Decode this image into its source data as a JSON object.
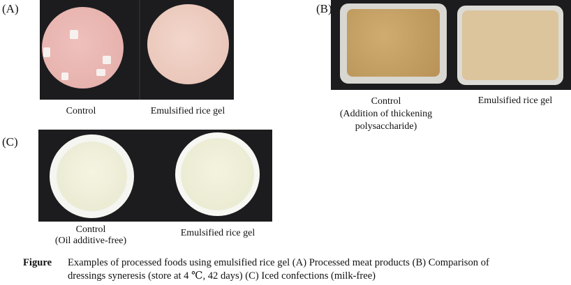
{
  "panels": {
    "a": {
      "label": "(A)",
      "captions": {
        "control": "Control",
        "emulsified": "Emulsified rice gel"
      }
    },
    "b": {
      "label": "(B)",
      "captions": {
        "control_line1": "Control",
        "control_line2": "(Addition of thickening",
        "control_line3": "polysaccharide)",
        "emulsified": "Emulsified rice gel"
      }
    },
    "c": {
      "label": "(C)",
      "captions": {
        "control_line1": "Control",
        "control_line2": "(Oil additive-free)",
        "emulsified": "Emulsified rice gel"
      }
    }
  },
  "figure_caption": {
    "prefix": "Figure",
    "line1": "Examples of processed foods using emulsified rice gel  (A) Processed meat products (B) Comparison of",
    "line2": "dressings syneresis (store at 4 ℃, 42 days)  (C) Iced confections (milk-free)"
  },
  "colors": {
    "background": "#1c1c1f",
    "sausage_control": "#e8b6b2",
    "sausage_gel": "#ecc9bd",
    "dressing_control": "#c9a366",
    "dressing_gel": "#dcc49c",
    "ice": "#f1f0dc"
  }
}
